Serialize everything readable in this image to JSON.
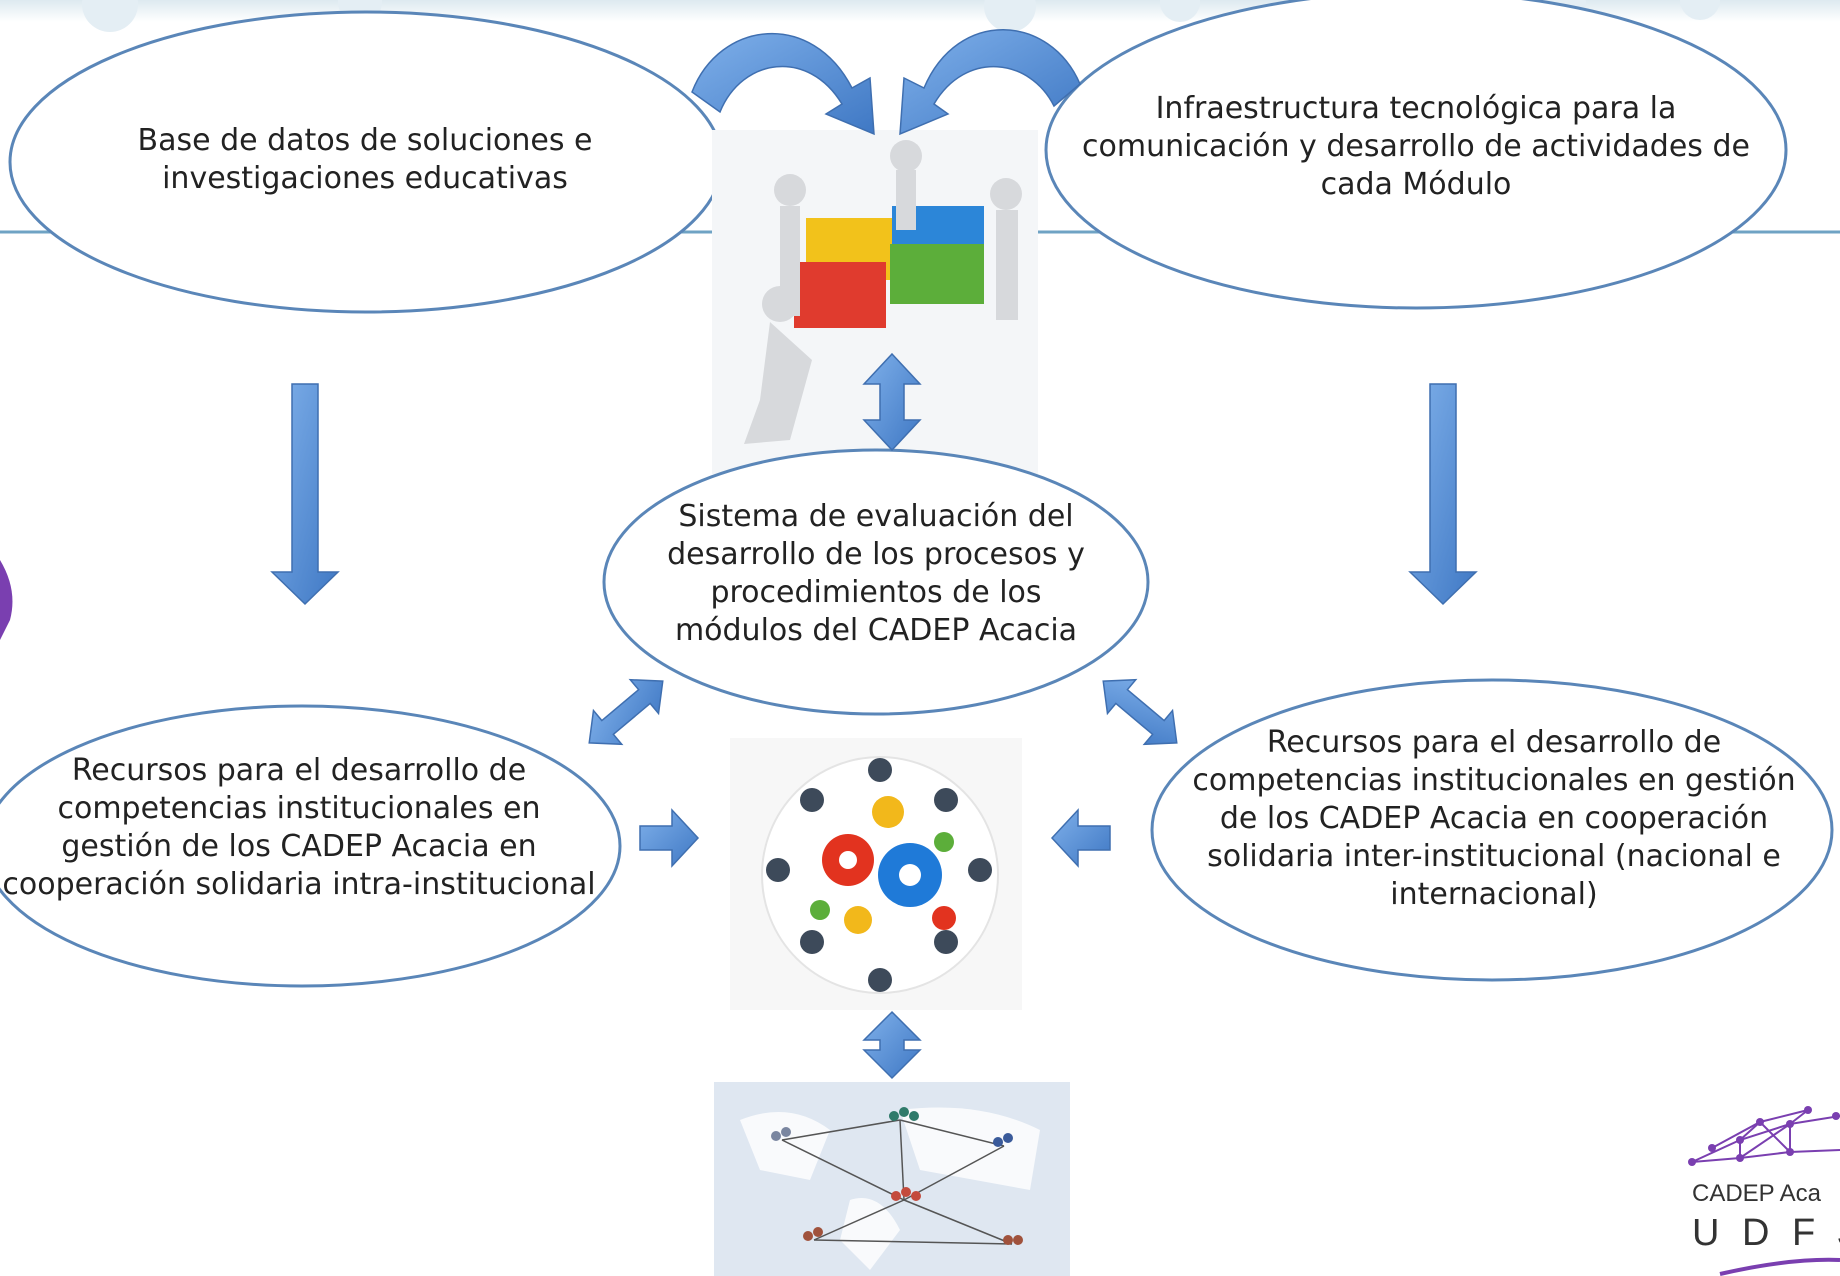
{
  "nodes": {
    "database": "Base de datos de soluciones e investigaciones educativas",
    "infrastructure": "Infraestructura tecnológica para la comunicación y desarrollo de actividades de cada Módulo",
    "evaluation": "Sistema de evaluación del desarrollo de los procesos y procedimientos de los módulos del CADEP Acacia",
    "intra": "Recursos para el desarrollo de competencias institucionales en gestión de los CADEP Acacia en cooperación solidaria intra-institucional",
    "inter": "Recursos para el desarrollo de competencias institucionales en gestión de los CADEP Acacia en cooperación solidaria inter-institucional (nacional e internacional)"
  },
  "images": {
    "puzzle": "puzzle-team-figures",
    "gears": "business-gears-meeting",
    "network": "world-map-people-network"
  },
  "logo": {
    "line1": "CADEP Aca",
    "line2": "U D F J"
  },
  "colors": {
    "ellipse_stroke": "#5a86b8",
    "arrow_fill": "#5b93d8",
    "header_line": "#6fa3c4",
    "logo_purple": "#7a3fb0"
  }
}
